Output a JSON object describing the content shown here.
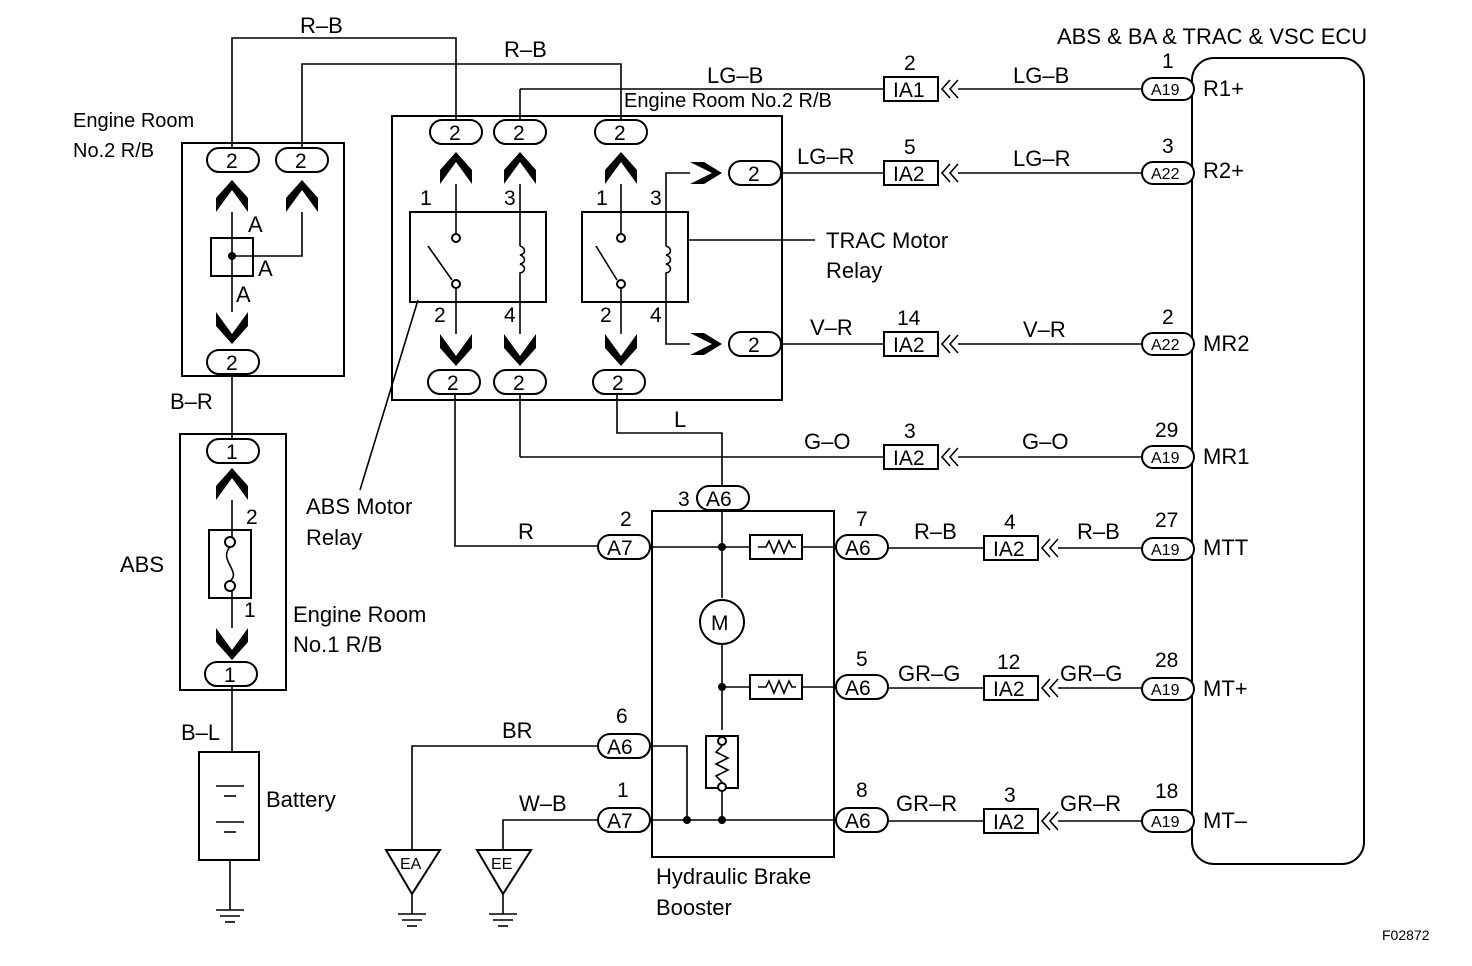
{
  "ecu": {
    "title": "ABS & BA & TRAC & VSC ECU",
    "terminals": [
      {
        "name": "R1+",
        "pin": "1",
        "connector": "A19"
      },
      {
        "name": "R2+",
        "pin": "3",
        "connector": "A22"
      },
      {
        "name": "MR2",
        "pin": "2",
        "connector": "A22"
      },
      {
        "name": "MR1",
        "pin": "29",
        "connector": "A19"
      },
      {
        "name": "MTT",
        "pin": "27",
        "connector": "A19"
      },
      {
        "name": "MT+",
        "pin": "28",
        "connector": "A19"
      },
      {
        "name": "MT–",
        "pin": "18",
        "connector": "A19"
      }
    ]
  },
  "junctions": [
    {
      "pin": "2",
      "connector": "IA1",
      "wire_left": "LG–B",
      "wire_right": "LG–B"
    },
    {
      "pin": "5",
      "connector": "IA2",
      "wire_left": "LG–R",
      "wire_right": "LG–R"
    },
    {
      "pin": "14",
      "connector": "IA2",
      "wire_left": "V–R",
      "wire_right": "V–R"
    },
    {
      "pin": "3",
      "connector": "IA2",
      "wire_left": "G–O",
      "wire_right": "G–O"
    },
    {
      "pin": "4",
      "connector": "IA2",
      "wire_left": "R–B",
      "wire_right": "R–B"
    },
    {
      "pin": "12",
      "connector": "IA2",
      "wire_left": "GR–G",
      "wire_right": "GR–G"
    },
    {
      "pin": "3",
      "connector": "IA2",
      "wire_left": "GR–R",
      "wire_right": "GR–R"
    }
  ],
  "labels": {
    "engine_room_no2_left": [
      "Engine Room",
      "No.2 R/B"
    ],
    "engine_room_no2_top": "Engine Room No.2 R/B",
    "engine_room_no1": [
      "Engine Room",
      "No.1 R/B"
    ],
    "abs": "ABS",
    "battery": "Battery",
    "abs_motor_relay": [
      "ABS Motor",
      "Relay"
    ],
    "trac_motor_relay": [
      "TRAC Motor",
      "Relay"
    ],
    "hydraulic_booster": [
      "Hydraulic Brake",
      "Booster"
    ],
    "figure_code": "F02872"
  },
  "wires": {
    "rb_top": "R–B",
    "rb_second": "R–B",
    "lg_b": "LG–B",
    "br": "B–R",
    "bl": "B–L",
    "l": "L",
    "r": "R",
    "brown": "BR",
    "wb": "W–B",
    "lg_r": "LG–R",
    "v_r": "V–R",
    "g_o": "G–O"
  },
  "pins": {
    "two": "2",
    "one": "1",
    "three": "3",
    "four": "4",
    "a": "A",
    "a6": "A6",
    "a7": "A7",
    "a6_top_pin": "3",
    "a7_r_pin": "2",
    "a6_rb_pin": "7",
    "a6_grg_pin": "5",
    "a6_br_pin": "6",
    "a7_wb_pin": "1",
    "a6_grr_pin": "8"
  },
  "grounds": {
    "ea": "EA",
    "ee": "EE"
  },
  "motor": "M"
}
